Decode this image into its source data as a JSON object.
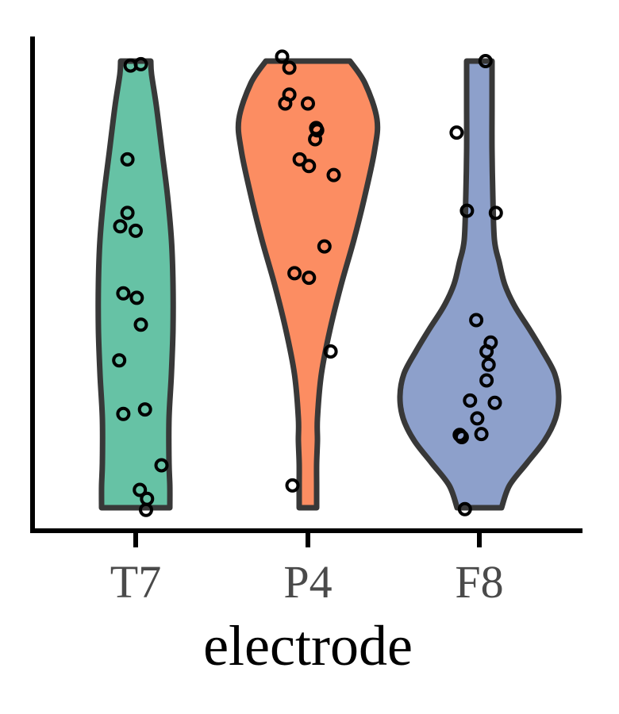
{
  "chart_data": {
    "type": "violin",
    "title": "",
    "xlabel": "electrode",
    "ylabel": "",
    "y_ticks_shown": false,
    "ylim": [
      0,
      100
    ],
    "categories": [
      "T7",
      "P4",
      "F8"
    ],
    "series": [
      {
        "category": "T7",
        "color": "#66c2a5",
        "range": [
          0,
          100
        ],
        "points": [
          {
            "j": -0.05,
            "y": 99
          },
          {
            "j": 0.05,
            "y": 99.3
          },
          {
            "j": -0.08,
            "y": 78
          },
          {
            "j": -0.08,
            "y": 66
          },
          {
            "j": -0.15,
            "y": 63
          },
          {
            "j": 0.0,
            "y": 62
          },
          {
            "j": -0.12,
            "y": 48
          },
          {
            "j": 0.01,
            "y": 47
          },
          {
            "j": 0.05,
            "y": 41
          },
          {
            "j": -0.16,
            "y": 33
          },
          {
            "j": -0.12,
            "y": 21
          },
          {
            "j": 0.09,
            "y": 22
          },
          {
            "j": 0.25,
            "y": 9.5
          },
          {
            "j": 0.04,
            "y": 4
          },
          {
            "j": 0.11,
            "y": 2
          },
          {
            "j": 0.1,
            "y": -0.5
          }
        ]
      },
      {
        "category": "P4",
        "color": "#fc8d62",
        "range": [
          0,
          100
        ],
        "points": [
          {
            "j": -0.25,
            "y": 101
          },
          {
            "j": -0.18,
            "y": 98.5
          },
          {
            "j": -0.18,
            "y": 92.5
          },
          {
            "j": -0.22,
            "y": 90.5
          },
          {
            "j": 0.0,
            "y": 90.5
          },
          {
            "j": 0.08,
            "y": 85
          },
          {
            "j": 0.09,
            "y": 84.5
          },
          {
            "j": 0.07,
            "y": 82.5
          },
          {
            "j": -0.08,
            "y": 78
          },
          {
            "j": 0.01,
            "y": 76.5
          },
          {
            "j": 0.25,
            "y": 74.5
          },
          {
            "j": 0.16,
            "y": 58.5
          },
          {
            "j": -0.13,
            "y": 52.5
          },
          {
            "j": 0.01,
            "y": 51.5
          },
          {
            "j": 0.22,
            "y": 35
          },
          {
            "j": -0.15,
            "y": 5
          }
        ]
      },
      {
        "category": "F8",
        "color": "#8da0cb",
        "range": [
          0,
          100
        ],
        "points": [
          {
            "j": 0.06,
            "y": 100
          },
          {
            "j": -0.22,
            "y": 84
          },
          {
            "j": -0.12,
            "y": 66.5
          },
          {
            "j": 0.16,
            "y": 66
          },
          {
            "j": -0.03,
            "y": 42
          },
          {
            "j": 0.11,
            "y": 37
          },
          {
            "j": 0.07,
            "y": 35
          },
          {
            "j": 0.09,
            "y": 32
          },
          {
            "j": 0.07,
            "y": 28.5
          },
          {
            "j": -0.09,
            "y": 24
          },
          {
            "j": 0.15,
            "y": 23.5
          },
          {
            "j": -0.02,
            "y": 20
          },
          {
            "j": -0.19,
            "y": 16.3
          },
          {
            "j": -0.17,
            "y": 15.8
          },
          {
            "j": 0.02,
            "y": 16.5
          },
          {
            "j": -0.14,
            "y": -0.3
          }
        ]
      }
    ]
  }
}
